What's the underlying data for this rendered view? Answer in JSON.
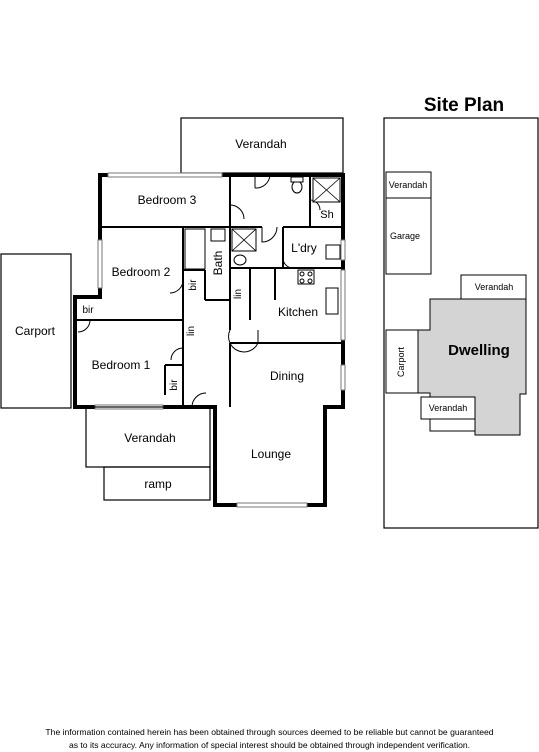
{
  "floor_plan": {
    "rooms": {
      "verandah_top": "Verandah",
      "bedroom3": "Bedroom 3",
      "bedroom2": "Bedroom 2",
      "bedroom1": "Bedroom 1",
      "carport": "Carport",
      "bath": "Bath",
      "laundry": "L'dry",
      "shower": "Sh",
      "kitchen": "Kitchen",
      "dining": "Dining",
      "lounge": "Lounge",
      "verandah_front": "Verandah",
      "ramp": "ramp",
      "bir_bed2": "bir",
      "bir_bed1_top": "bir",
      "bir_bed1": "bir",
      "lin_1": "lin",
      "lin_2": "lin"
    }
  },
  "site_plan": {
    "title": "Site Plan",
    "labels": {
      "verandah_rear": "Verandah",
      "garage": "Garage",
      "verandah_top": "Verandah",
      "carport": "Carport",
      "dwelling": "Dwelling",
      "verandah_front": "Verandah"
    },
    "colors": {
      "dwelling_fill": "#d4d4d4"
    }
  },
  "disclaimer": {
    "line1": "The information contained herein has been obtained through sources deemed to be reliable but cannot be guaranteed",
    "line2": "as to its accuracy.  Any information of special interest should be obtained through independent verification."
  }
}
